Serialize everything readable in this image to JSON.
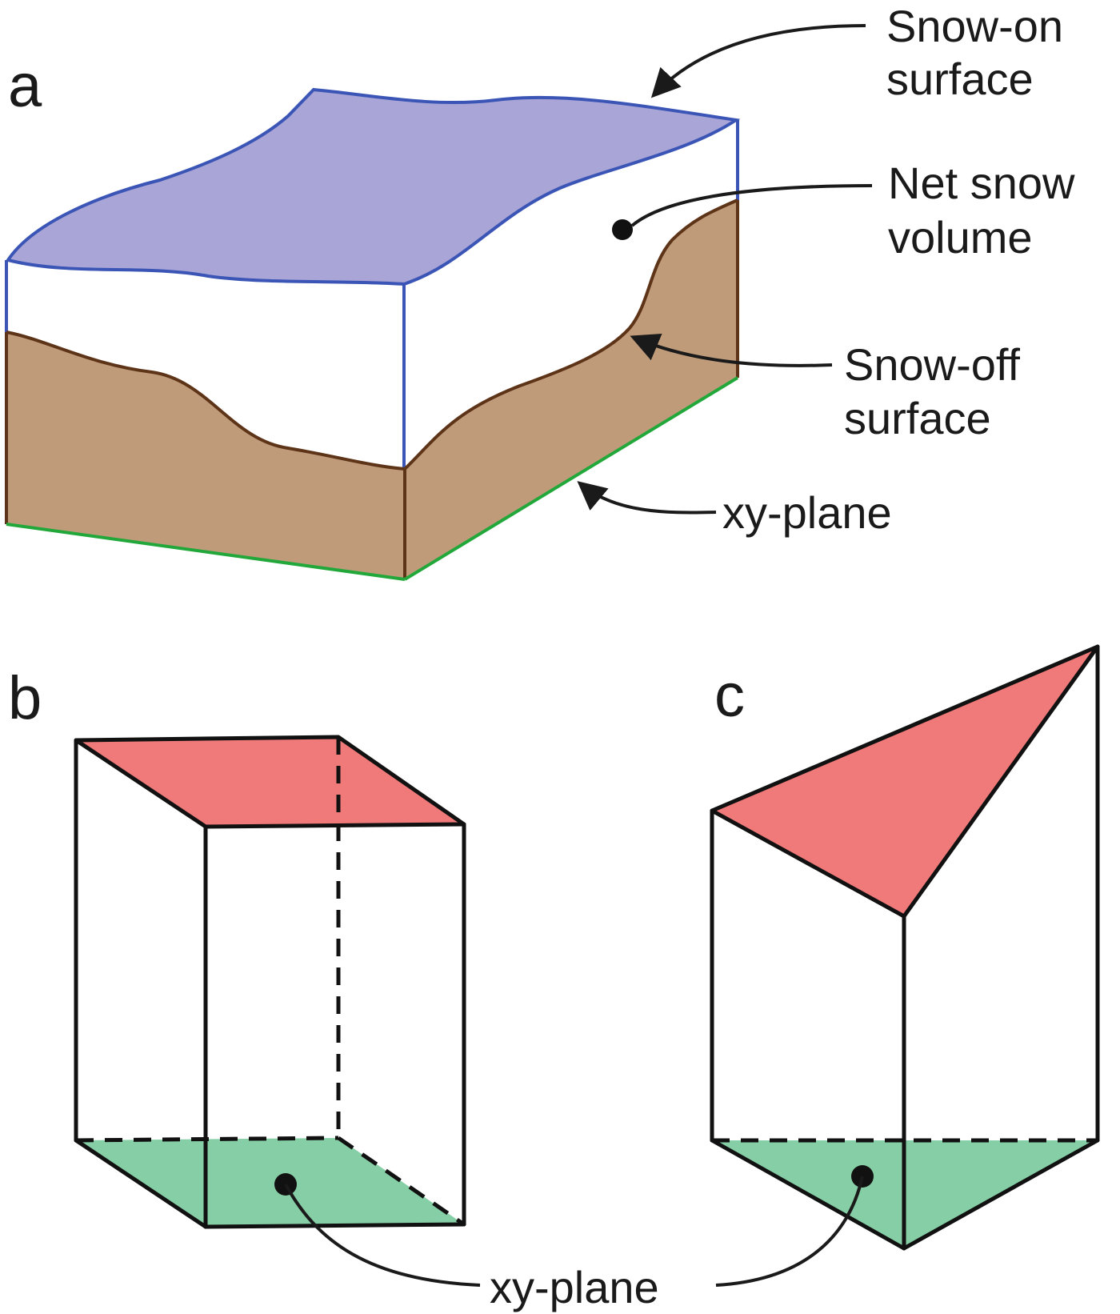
{
  "panels": {
    "a": {
      "label": "a",
      "annotations": {
        "snow_on": [
          "Snow-on",
          "surface"
        ],
        "net_snow": [
          "Net snow",
          "volume"
        ],
        "snow_off": [
          "Snow-off",
          "surface"
        ],
        "xy_plane": "xy-plane"
      }
    },
    "b": {
      "label": "b"
    },
    "c": {
      "label": "c"
    },
    "shared_annotation": "xy-plane"
  },
  "colors": {
    "snow_on_fill": "#a9a5d6",
    "snow_on_edge": "#3a55b5",
    "ground_fill": "#bf9b7a",
    "ground_edge": "#5e3418",
    "xy_edge": "#22a83a",
    "top_face": "#f07a7a",
    "base_face": "#86cfa6",
    "box_edge": "#111111"
  }
}
